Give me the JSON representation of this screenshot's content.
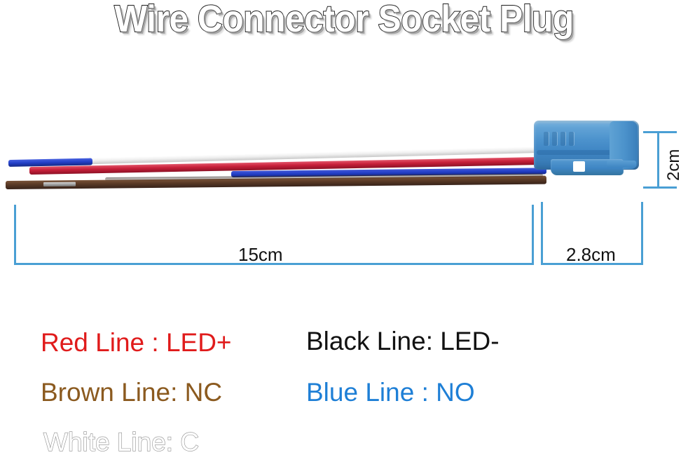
{
  "header": {
    "title": "Wire Connector Socket Plug"
  },
  "product": {
    "connector_color": "#4a90c8",
    "wires": [
      {
        "name": "blue-wire",
        "color": "#2340c8"
      },
      {
        "name": "red-wire",
        "color": "#c8203a"
      },
      {
        "name": "white-wire",
        "color": "#e8e8e8"
      },
      {
        "name": "brown-wire",
        "color": "#5a3a26"
      }
    ]
  },
  "dimensions": {
    "line_color": "#4a9fd4",
    "cable_length": "15cm",
    "connector_length": "2.8cm",
    "connector_height": "2cm"
  },
  "legend": {
    "items": [
      {
        "name": "red-line",
        "text": "Red Line : LED+",
        "color": "#e01b1b"
      },
      {
        "name": "black-line",
        "text": "Black Line: LED-",
        "color": "#121212"
      },
      {
        "name": "brown-line",
        "text": "Brown Line: NC",
        "color": "#8b5a1f"
      },
      {
        "name": "blue-line",
        "text": "Blue Line : NO",
        "color": "#1e7fd6"
      },
      {
        "name": "white-line",
        "text": "White Line: C",
        "color": "#ffffff"
      }
    ]
  }
}
